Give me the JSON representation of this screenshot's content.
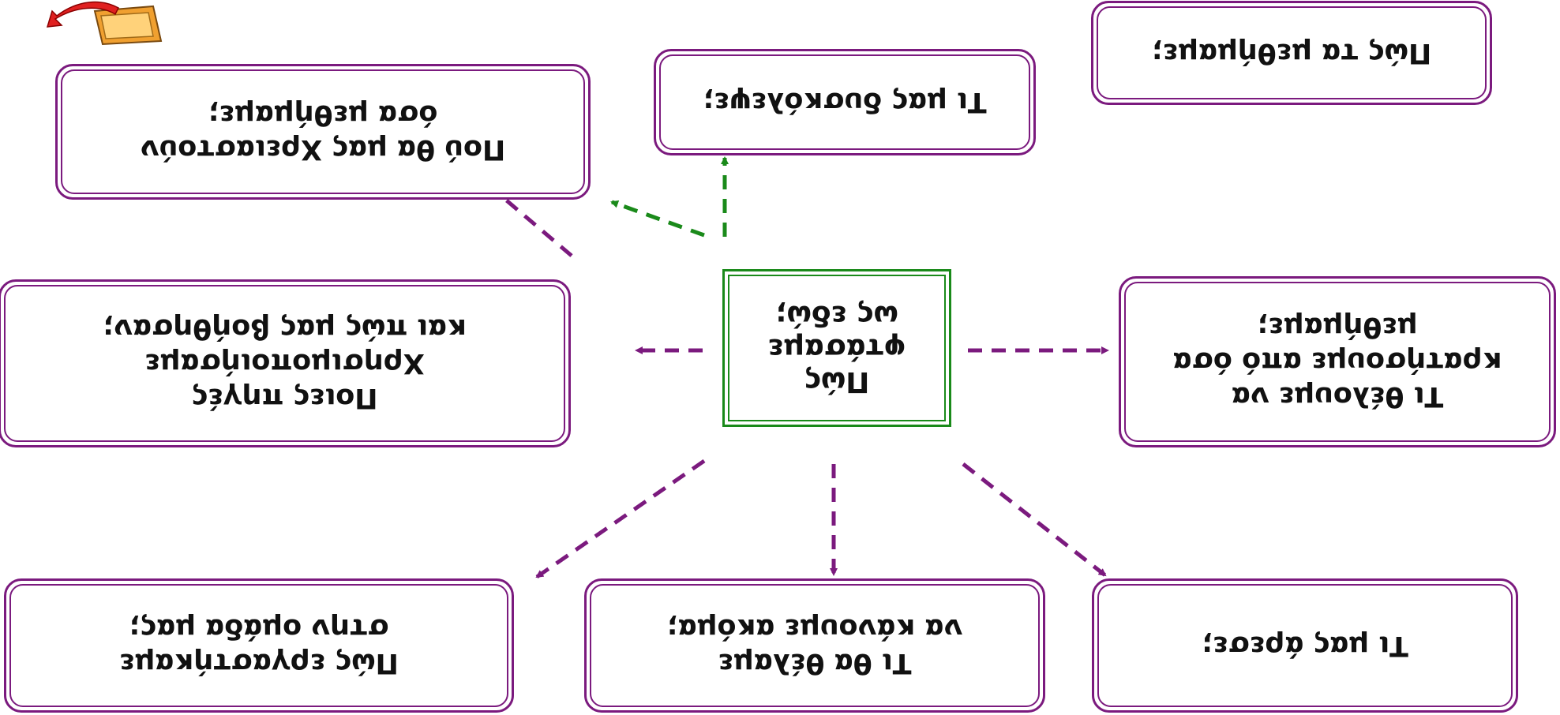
{
  "colors": {
    "box_border": "#7b1a7e",
    "center_border": "#1a8a1a",
    "arrow_purple": "#7b1a7e",
    "arrow_green": "#1a8a1a"
  },
  "center": {
    "label": "Πώς\nφτάσαμε\nως εδώ;"
  },
  "boxes": [
    {
      "id": "what-worried",
      "label": "Τι μας δυσκόλεψε;"
    },
    {
      "id": "how-learn",
      "label": "Πώς τα μεθήμαμε;"
    },
    {
      "id": "christian-help",
      "label": "Πού θα μας Χρειαστούν\nόσα μεθήμαμε;"
    },
    {
      "id": "sources",
      "label": "Ποιες πηγές\nΧρησιμοποιήσαμε\nκαι πώς μας βοήθησαν;"
    },
    {
      "id": "what-keep",
      "label": "Τι θέλουμε να\nκρατήσουμε από όσα\nμεθήμαμε;"
    },
    {
      "id": "what-liked",
      "label": "Τι μας άρεσε;"
    },
    {
      "id": "what-more",
      "label": "Τι θα θέλαμε\nνα κάνουμε ακόμα;"
    },
    {
      "id": "teamwork",
      "label": "Πώς εργαστήκαμε\nστην ομάδα μας;"
    }
  ],
  "icons": {
    "corner": "book-icon"
  }
}
